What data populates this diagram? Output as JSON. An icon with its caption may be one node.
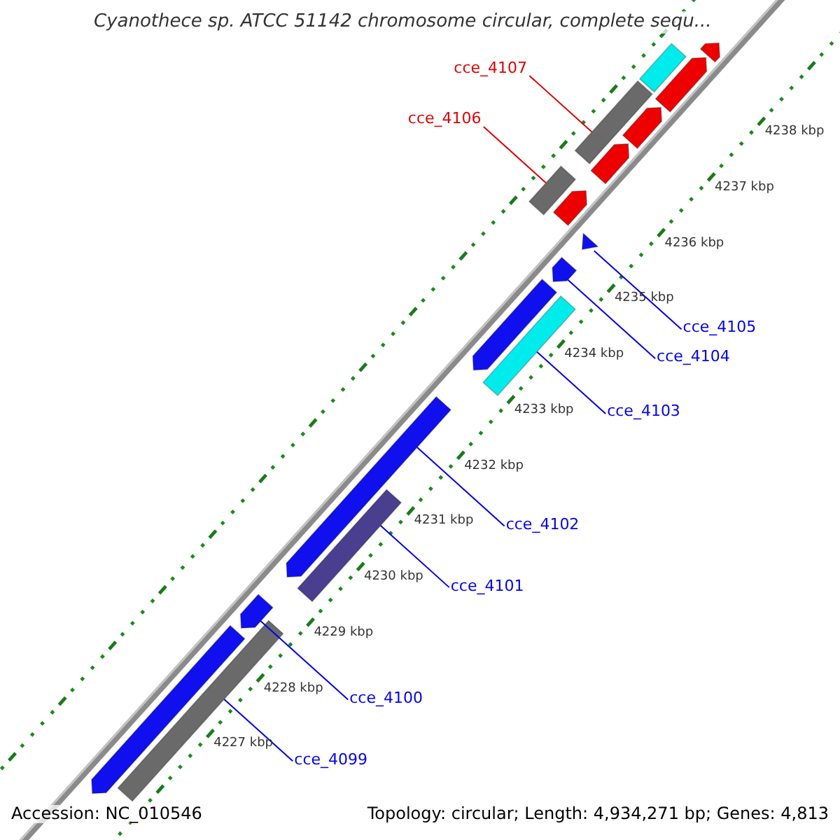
{
  "diagram": {
    "title": "Cyanothece sp. ATCC 51142 chromosome circular, complete sequ...",
    "nodes": [
      {
        "text": [],
        "shape": "bar"
      },
      {
        "text": [],
        "shape": "arrow"
      },
      {
        "text": [],
        "shape": "arrow"
      },
      {
        "text": [
          "cce_4107"
        ]
      },
      {
        "text": [],
        "shape": "bar"
      },
      {
        "text": [],
        "shape": "arrow"
      },
      {
        "text": [],
        "shape": "arrow"
      },
      {
        "text": [
          "cce_4106"
        ]
      },
      {
        "text": [],
        "shape": "bar"
      },
      {
        "text": [],
        "shape": "arrow"
      },
      {
        "text": [
          "cce_4105"
        ]
      },
      {
        "text": [],
        "shape": "triangle"
      },
      {
        "text": [
          "cce_4104"
        ]
      },
      {
        "text": [],
        "shape": "arrow"
      },
      {
        "text": [],
        "shape": "arrow"
      },
      {
        "text": [
          "cce_4103"
        ]
      },
      {
        "text": [],
        "shape": "bar"
      },
      {
        "text": [
          "cce_4102"
        ]
      },
      {
        "text": [],
        "shape": "arrow"
      },
      {
        "text": [
          "cce_4101"
        ]
      },
      {
        "text": [],
        "shape": "bar"
      },
      {
        "text": [
          "cce_4100"
        ]
      },
      {
        "text": [],
        "shape": "arrow"
      },
      {
        "text": [
          "cce_4099"
        ]
      },
      {
        "text": [],
        "shape": "bar"
      },
      {
        "text": [],
        "shape": "arrow"
      }
    ],
    "edges": [
      {
        "from": 3,
        "to": 4,
        "arrow": "none",
        "color": "#e00000"
      },
      {
        "from": 7,
        "to": 8,
        "arrow": "none",
        "color": "#e00000"
      },
      {
        "from": 10,
        "to": 11,
        "arrow": "none"
      },
      {
        "from": 12,
        "to": 13,
        "arrow": "none"
      },
      {
        "from": 15,
        "to": 16,
        "arrow": "none"
      },
      {
        "from": 17,
        "to": 18,
        "arrow": "none"
      },
      {
        "from": 19,
        "to": 20,
        "arrow": "none"
      },
      {
        "from": 21,
        "to": 22,
        "arrow": "none"
      },
      {
        "from": 23,
        "to": 24,
        "arrow": "none"
      }
    ],
    "labels": [
      "4238 kbp",
      "4237 kbp",
      "4236 kbp",
      "4235 kbp",
      "4234 kbp",
      "4233 kbp",
      "4232 kbp",
      "4231 kbp",
      "4230 kbp",
      "4229 kbp",
      "4228 kbp",
      "4227 kbp",
      "Accession: NC_010546",
      "Topology: circular; Length: 4,934,271 bp; Genes: 4,813"
    ]
  }
}
